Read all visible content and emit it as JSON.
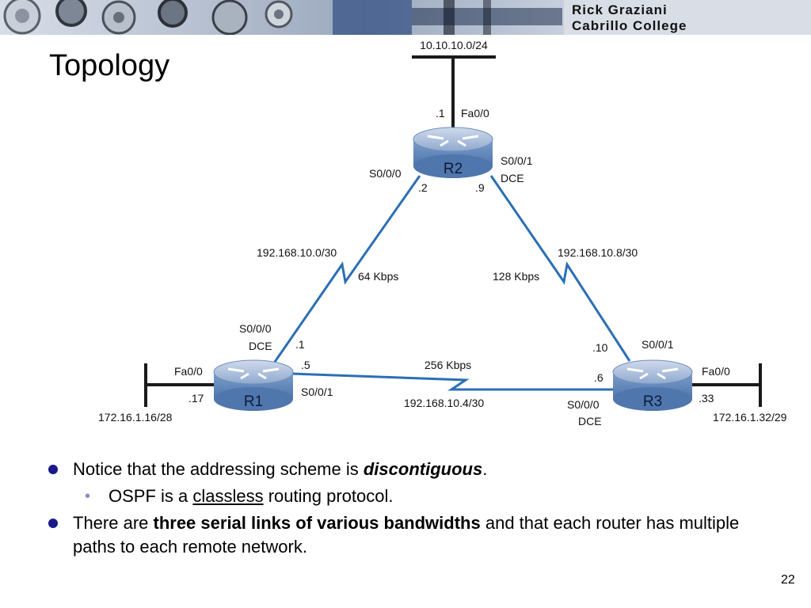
{
  "banner": {
    "line1": "Rick Graziani",
    "line2": "Cabrillo College"
  },
  "slide": {
    "title": "Topology",
    "page_number": "22"
  },
  "topology": {
    "routers": [
      {
        "id": "R1",
        "name": "R1"
      },
      {
        "id": "R2",
        "name": "R2"
      },
      {
        "id": "R3",
        "name": "R3"
      }
    ],
    "lan_networks": {
      "r2": "10.10.10.0/24",
      "r1": "172.16.1.16/28",
      "r3": "172.16.1.32/29"
    },
    "serial_links": {
      "r1_r2": {
        "network": "192.168.10.0/30",
        "bandwidth": "64 Kbps"
      },
      "r2_r3": {
        "network": "192.168.10.8/30",
        "bandwidth": "128 Kbps"
      },
      "r1_r3": {
        "network": "192.168.10.4/30",
        "bandwidth": "256 Kbps"
      }
    },
    "interface_labels": {
      "r2_fa": "Fa0/0",
      "r2_fa_ip": ".1",
      "r2_s000": "S0/0/0",
      "r2_s000_ip": ".2",
      "r2_s001": "S0/0/1",
      "r2_s001_dce": "DCE",
      "r2_s001_ip": ".9",
      "r1_s000": "S0/0/0",
      "r1_s000_dce": "DCE",
      "r1_s000_ip": ".1",
      "r1_s001_ip": ".5",
      "r1_s001": "S0/0/1",
      "r1_fa": "Fa0/0",
      "r1_fa_ip": ".17",
      "r3_s001": "S0/0/1",
      "r3_s001_ip": ".10",
      "r3_s000_ip": ".6",
      "r3_s000": "S0/0/0",
      "r3_s000_dce": "DCE",
      "r3_fa": "Fa0/0",
      "r3_fa_ip": ".33"
    }
  },
  "bullets": {
    "b1_pre": "Notice that the addressing scheme is ",
    "b1_em": "discontiguous",
    "b1_post": ".",
    "b2_pre": "OSPF is a ",
    "b2_u": "classless",
    "b2_post": " routing protocol.",
    "b3_pre": "There are ",
    "b3_bold": "three serial links of various bandwidths",
    "b3_post": " and that each router has multiple paths to each remote network."
  },
  "colors": {
    "serial_link": "#2a6fb5",
    "router_body": "#7c9ec9",
    "bullet": "#1a1a8c",
    "sub_bullet": "#8a8ac8"
  }
}
